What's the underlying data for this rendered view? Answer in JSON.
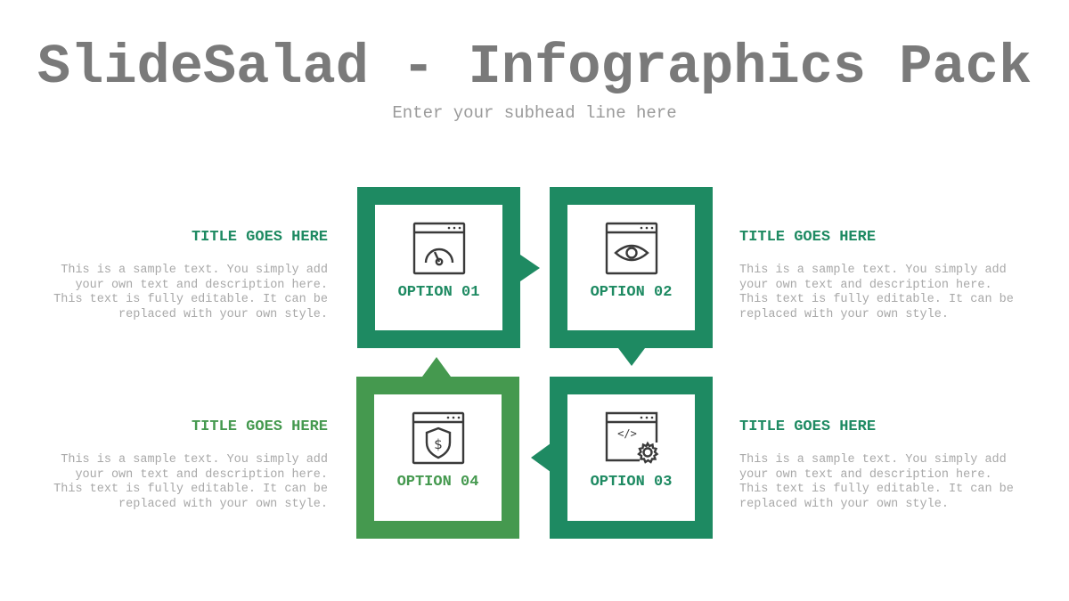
{
  "header": {
    "title": "SlideSalad - Infographics Pack",
    "subtitle": "Enter your subhead line here"
  },
  "colors": {
    "primary_green": "#1e8a62",
    "secondary_green": "#45994f",
    "title_gray": "#7a7a7a",
    "text_gray": "#a8a8a8",
    "icon_stroke": "#3a3a3a"
  },
  "options": [
    {
      "label": "OPTION 01",
      "icon": "speedometer-window-icon"
    },
    {
      "label": "OPTION 02",
      "icon": "eye-window-icon"
    },
    {
      "label": "OPTION 03",
      "icon": "code-gear-window-icon"
    },
    {
      "label": "OPTION 04",
      "icon": "dollar-shield-window-icon"
    }
  ],
  "descriptions": [
    {
      "title": "TITLE GOES HERE",
      "text": "This is a sample text. You simply add your own text and description here. This text is fully editable. It can be replaced with your own style."
    },
    {
      "title": "TITLE GOES HERE",
      "text": "This is a sample text. You simply add your own text and description here. This text is fully editable. It can be replaced with your own style."
    },
    {
      "title": "TITLE GOES HERE",
      "text": "This is a sample text. You simply add your own text and description here. This text is fully editable. It can be replaced with your own style."
    },
    {
      "title": "TITLE GOES HERE",
      "text": "This is a sample text. You simply add your own text and description here. This text is fully editable. It can be replaced with your own style."
    }
  ]
}
